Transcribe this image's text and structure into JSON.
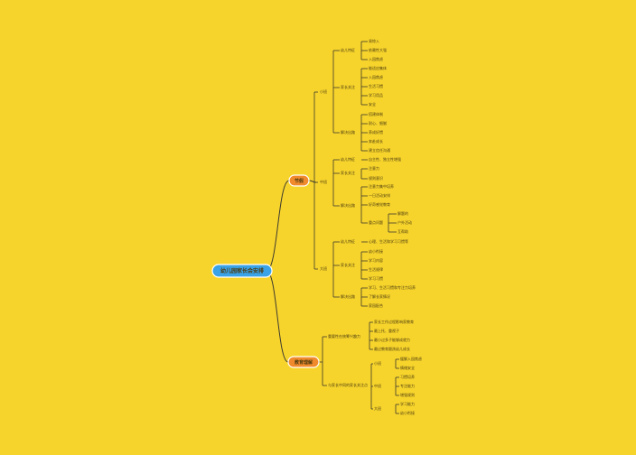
{
  "colors": {
    "background": "#f7d42c",
    "root": "#3aa3e8",
    "branch": "#f08a2c",
    "line": "#3d3a2e"
  },
  "root": "幼儿园家长会安排",
  "branches": [
    {
      "label": "节假",
      "children": [
        {
          "label": "小班",
          "children": [
            {
              "label": "幼儿特征",
              "children": [
                {
                  "label": "易惊入"
                },
                {
                  "label": "依赖性大强"
                },
                {
                  "label": "入园焦虑"
                }
              ]
            },
            {
              "label": "家长关注",
              "children": [
                {
                  "label": "能适应集体"
                },
                {
                  "label": "入园焦虑"
                },
                {
                  "label": "生活习惯"
                },
                {
                  "label": "学习用品"
                },
                {
                  "label": "安全"
                }
              ]
            },
            {
              "label": "解决出路",
              "children": [
                {
                  "label": "搭建体制"
                },
                {
                  "label": "耐心、细腻"
                },
                {
                  "label": "养成好惯"
                },
                {
                  "label": "奔赴成长"
                },
                {
                  "label": "建立信任沟通"
                }
              ]
            }
          ]
        },
        {
          "label": "中班",
          "children": [
            {
              "label": "幼儿特征",
              "children": [
                {
                  "label": "自主性、独立性增强"
                }
              ]
            },
            {
              "label": "家长关注",
              "children": [
                {
                  "label": "注意力"
                },
                {
                  "label": "规则意识"
                }
              ]
            },
            {
              "label": "解决出路",
              "children": [
                {
                  "label": "注意力集中培养"
                },
                {
                  "label": "一日活动安排"
                },
                {
                  "label": "好奇感觉教育"
                },
                {
                  "label": "重点问题",
                  "children": [
                    {
                      "label": "解题的"
                    },
                    {
                      "label": "户外活动"
                    },
                    {
                      "label": "互帮助"
                    }
                  ]
                }
              ]
            }
          ]
        },
        {
          "label": "大班",
          "children": [
            {
              "label": "幼儿特征",
              "children": [
                {
                  "label": "心理、生活和学习习惯等"
                }
              ]
            },
            {
              "label": "家长关注",
              "children": [
                {
                  "label": "幼小衔接"
                },
                {
                  "label": "学习内容"
                },
                {
                  "label": "生活规律"
                },
                {
                  "label": "学习习惯"
                }
              ]
            },
            {
              "label": "解决出路",
              "children": [
                {
                  "label": "学习、生活习惯和专注力培养"
                },
                {
                  "label": "了解长家情况"
                },
                {
                  "label": "家园配合"
                }
              ]
            }
          ]
        }
      ]
    },
    {
      "label": "教育理解",
      "children": [
        {
          "label": "重要性在统筹兴趣力",
          "children": [
            {
              "label": "家长工作过程影响家教育"
            },
            {
              "label": "最上托、重视子"
            },
            {
              "label": "最小过多子能够成就力"
            },
            {
              "label": "最过教育跟孩幼儿成长"
            }
          ]
        },
        {
          "label": "与家长中同的家长关注点",
          "children": [
            {
              "label": "小班",
              "children": [
                {
                  "label": "缓解入园焦虑"
                },
                {
                  "label": "情绪安全"
                }
              ]
            },
            {
              "label": "中班",
              "children": [
                {
                  "label": "习惯培养"
                },
                {
                  "label": "专注能力"
                },
                {
                  "label": "增强规则"
                }
              ]
            },
            {
              "label": "大班",
              "children": [
                {
                  "label": "学习能力"
                },
                {
                  "label": "幼小衔接"
                }
              ]
            }
          ]
        }
      ]
    }
  ]
}
